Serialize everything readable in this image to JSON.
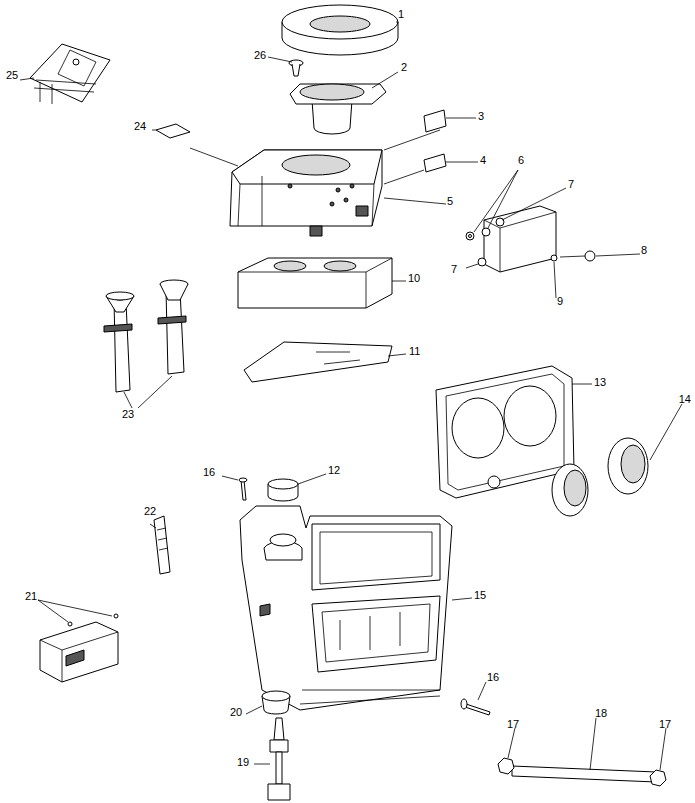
{
  "diagram": {
    "labels": [
      "1",
      "26",
      "2",
      "25",
      "3",
      "24",
      "4",
      "6",
      "7",
      "5",
      "8",
      "7",
      "9",
      "10",
      "11",
      "23",
      "13",
      "14",
      "16",
      "12",
      "22",
      "15",
      "21",
      "16",
      "20",
      "17",
      "18",
      "17",
      "19"
    ]
  }
}
